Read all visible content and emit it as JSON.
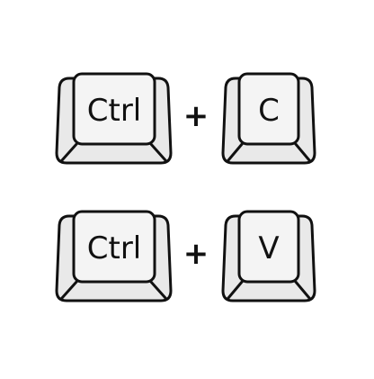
{
  "shortcuts": [
    {
      "modifier": "Ctrl",
      "plus": "+",
      "key": "C"
    },
    {
      "modifier": "Ctrl",
      "plus": "+",
      "key": "V"
    }
  ],
  "colors": {
    "outline": "#111111",
    "key_face": "#f4f4f4",
    "key_side": "#e9e9e9",
    "background": "#ffffff"
  },
  "icons": [
    "keyboard-key-icon",
    "plus-icon"
  ]
}
